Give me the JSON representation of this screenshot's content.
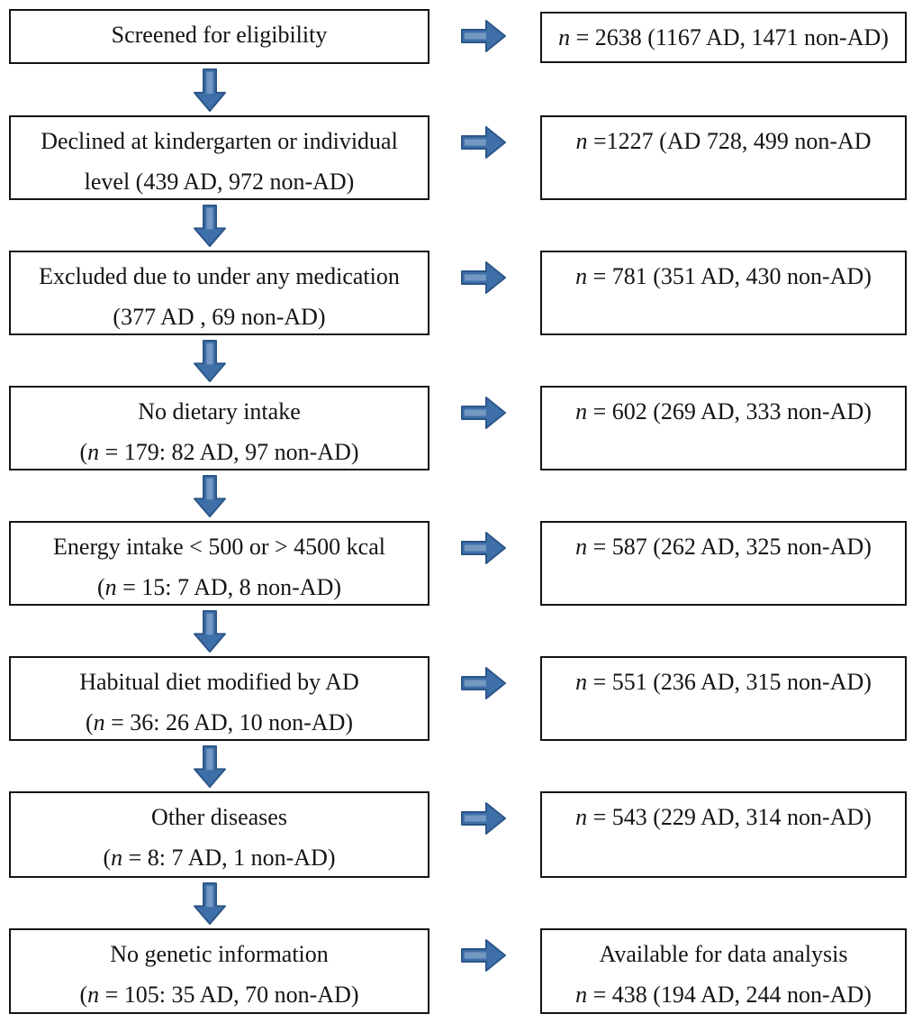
{
  "figure": {
    "type": "participant-flow-diagram",
    "colors": {
      "arrow_fill": "#3f6fa8",
      "arrow_stroke": "#2b5587",
      "arrow_stripe": "#7da0c7",
      "box_border": "#141414",
      "text": "#141414",
      "background": "#ffffff"
    },
    "rows": [
      {
        "left": {
          "lines": [
            "Screened for eligibility"
          ]
        },
        "right": {
          "lines": [
            "*n* = 2638 (1167 AD, 1471 non-AD)"
          ]
        }
      },
      {
        "left": {
          "lines": [
            "Declined at kindergarten or individual",
            "level (439 AD, 972 non-AD)"
          ]
        },
        "right": {
          "lines": [
            "*n* =1227 (AD 728, 499 non-AD"
          ]
        }
      },
      {
        "left": {
          "lines": [
            "Excluded due to under any medication",
            "(377 AD , 69 non-AD)"
          ]
        },
        "right": {
          "lines": [
            "*n* = 781 (351 AD, 430 non-AD)"
          ]
        }
      },
      {
        "left": {
          "lines": [
            "No dietary intake",
            "(*n* = 179: 82 AD, 97 non-AD)"
          ]
        },
        "right": {
          "lines": [
            "*n* = 602 (269 AD, 333 non-AD)"
          ]
        }
      },
      {
        "left": {
          "lines": [
            "Energy intake < 500 or > 4500 kcal",
            "(*n* = 15: 7 AD, 8 non-AD)"
          ]
        },
        "right": {
          "lines": [
            "*n* = 587 (262 AD, 325 non-AD)"
          ]
        }
      },
      {
        "left": {
          "lines": [
            "Habitual diet modified by AD",
            "(*n* = 36: 26 AD, 10 non-AD)"
          ]
        },
        "right": {
          "lines": [
            "*n* = 551 (236 AD, 315 non-AD)"
          ]
        }
      },
      {
        "left": {
          "lines": [
            "Other diseases",
            "(*n* = 8: 7 AD, 1 non-AD)"
          ]
        },
        "right": {
          "lines": [
            "*n* = 543 (229 AD, 314 non-AD)"
          ]
        }
      },
      {
        "left": {
          "lines": [
            "No genetic information",
            "(*n* = 105: 35 AD, 70 non-AD)"
          ]
        },
        "right": {
          "lines": [
            "Available for data analysis",
            "*n* = 438 (194 AD, 244 non-AD)"
          ]
        }
      }
    ]
  }
}
